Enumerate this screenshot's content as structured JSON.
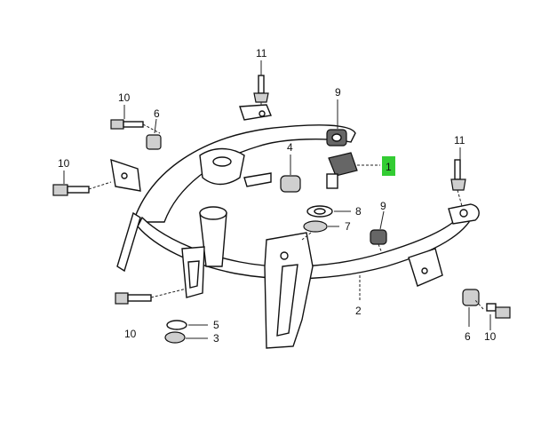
{
  "callouts": {
    "c11_top": "11",
    "c10_top": "10",
    "c6_top": "6",
    "c9_top": "9",
    "c4": "4",
    "c1_highlight": "1",
    "c11_right": "11",
    "c10_left": "10",
    "c9_mid": "9",
    "c8": "8",
    "c7": "7",
    "c2": "2",
    "c5": "5",
    "c10_bottom": "10",
    "c3": "3",
    "c6_right": "6",
    "c10_right": "10"
  },
  "colors": {
    "highlight": "#33cc33"
  }
}
